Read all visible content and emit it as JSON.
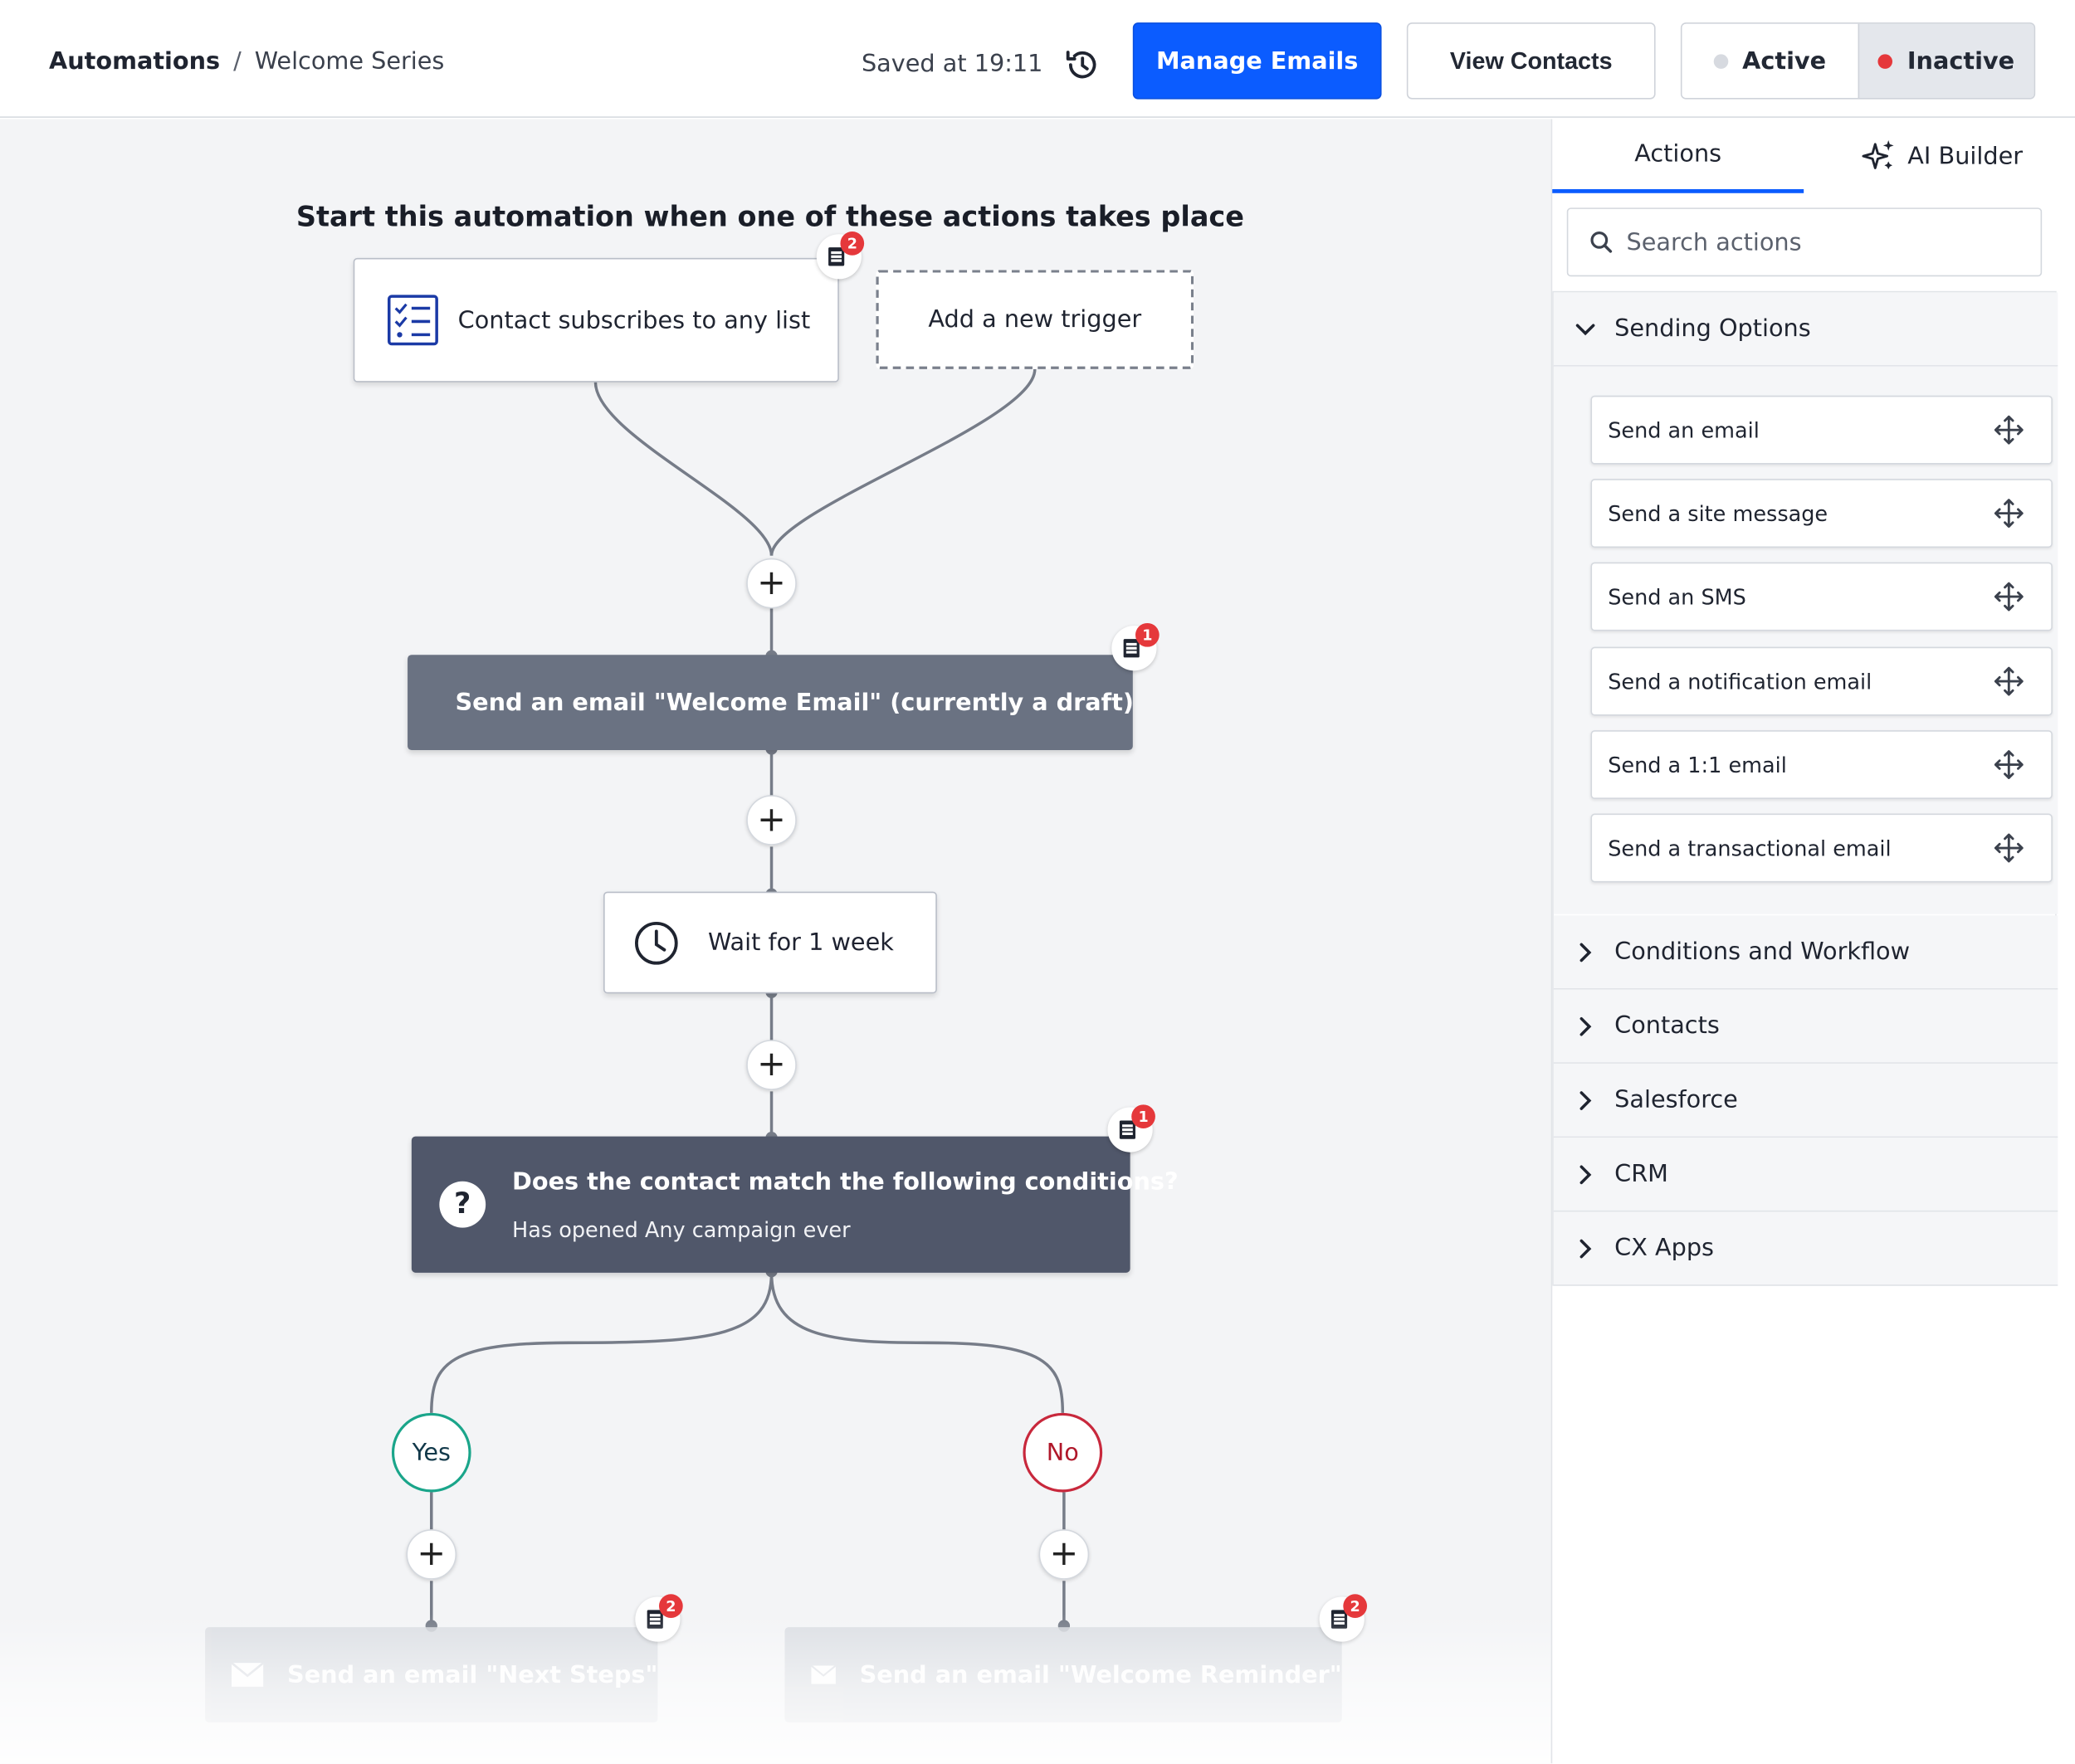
{
  "header": {
    "breadcrumb_root": "Automations",
    "breadcrumb_sep": "/",
    "breadcrumb_current": "Welcome Series",
    "saved_text": "Saved at 19:11",
    "manage_emails": "Manage Emails",
    "view_contacts": "View Contacts",
    "toggle": {
      "active": "Active",
      "inactive": "Inactive",
      "selected": "Inactive"
    }
  },
  "colors": {
    "primary": "#0b5cff",
    "inactive_dot": "#e5383b",
    "active_dot": "#d7dae0",
    "yes": "#1aa58a",
    "no": "#c8283c",
    "badge": "#e5383b"
  },
  "canvas": {
    "title": "Start this automation when one of these actions takes place",
    "trigger": {
      "label": "Contact subscribes to any list",
      "icon": "checklist-icon",
      "badge": "2"
    },
    "add_trigger": "Add a new trigger",
    "email_step": {
      "label": "Send an email \"Welcome Email\" (currently a draft)",
      "icon": "envelope-icon",
      "badge": "1"
    },
    "wait_step": {
      "label": "Wait for 1 week",
      "icon": "clock-icon"
    },
    "condition_step": {
      "title": "Does the contact match the following conditions?",
      "subtitle": "Has opened Any campaign ever",
      "badge": "1"
    },
    "yes_label": "Yes",
    "no_label": "No",
    "yes_branch": {
      "label": "Send an email \"Next Steps\"",
      "badge": "2"
    },
    "no_branch": {
      "label": "Send an email \"Welcome Reminder\"",
      "badge": "2"
    },
    "plus_symbol": "+"
  },
  "sidebar": {
    "tabs": {
      "actions": "Actions",
      "ai_builder": "AI Builder"
    },
    "search_placeholder": "Search actions",
    "sections": {
      "sending": "Sending Options",
      "conditions": "Conditions and Workflow",
      "contacts": "Contacts",
      "salesforce": "Salesforce",
      "crm": "CRM",
      "cx_apps": "CX Apps"
    },
    "sending_items": [
      "Send an email",
      "Send a site message",
      "Send an SMS",
      "Send a notification email",
      "Send a 1:1 email",
      "Send a transactional email"
    ]
  }
}
